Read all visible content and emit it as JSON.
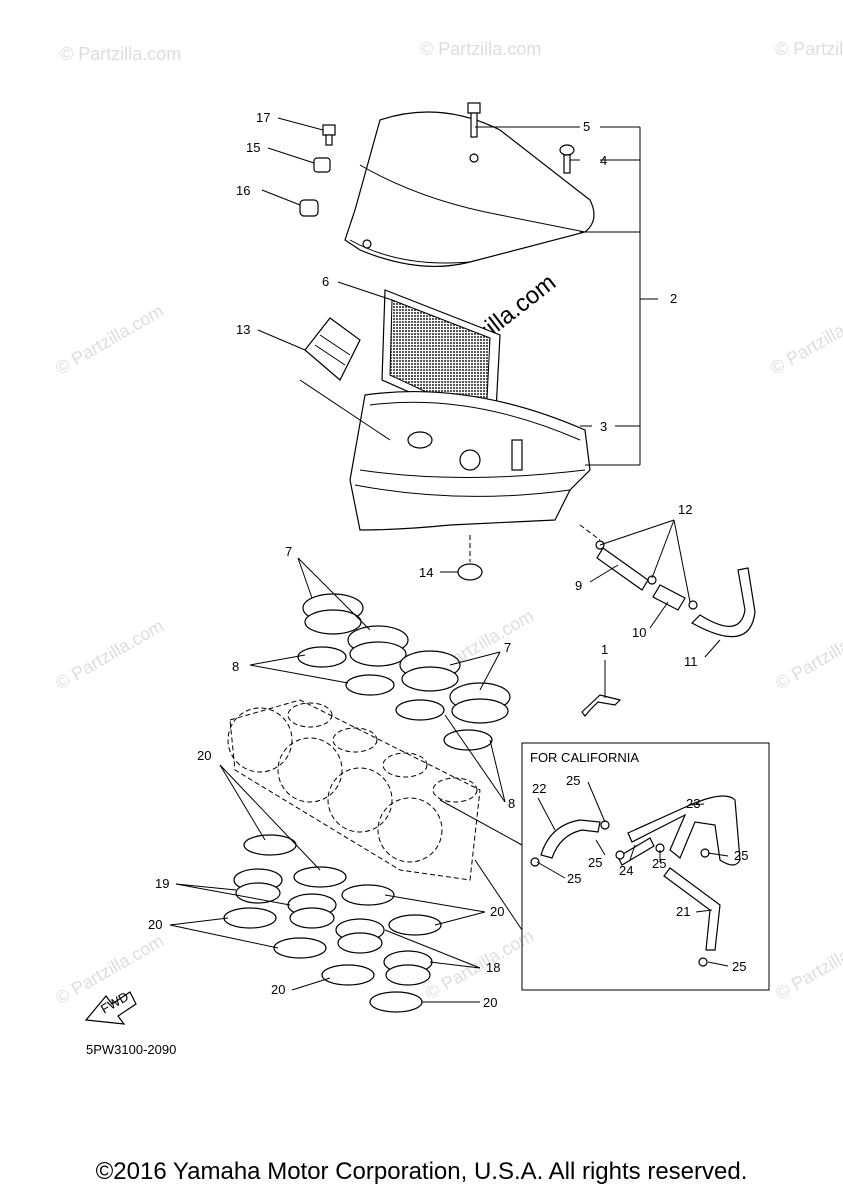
{
  "diagram": {
    "drawing_number": "5PW3100-2090",
    "copyright": "©2016 Yamaha Motor Corporation, U.S.A. All rights reserved.",
    "watermark": "© Partzilla.com",
    "california_box_title": "FOR CALIFORNIA",
    "fwd_label": "FWD",
    "callouts": {
      "c1": "1",
      "c2": "2",
      "c3": "3",
      "c4": "4",
      "c5": "5",
      "c6": "6",
      "c7a": "7",
      "c7b": "7",
      "c8a": "8",
      "c8b": "8",
      "c9": "9",
      "c10": "10",
      "c11": "11",
      "c12": "12",
      "c13": "13",
      "c14": "14",
      "c15": "15",
      "c16": "16",
      "c17": "17",
      "c18": "18",
      "c19": "19",
      "c20a": "20",
      "c20b": "20",
      "c20c": "20",
      "c20d": "20",
      "c20e": "20",
      "c21": "21",
      "c22": "22",
      "c23": "23",
      "c24": "24",
      "c25a": "25",
      "c25b": "25",
      "c25c": "25",
      "c25d": "25",
      "c25e": "25",
      "c25f": "25"
    }
  }
}
